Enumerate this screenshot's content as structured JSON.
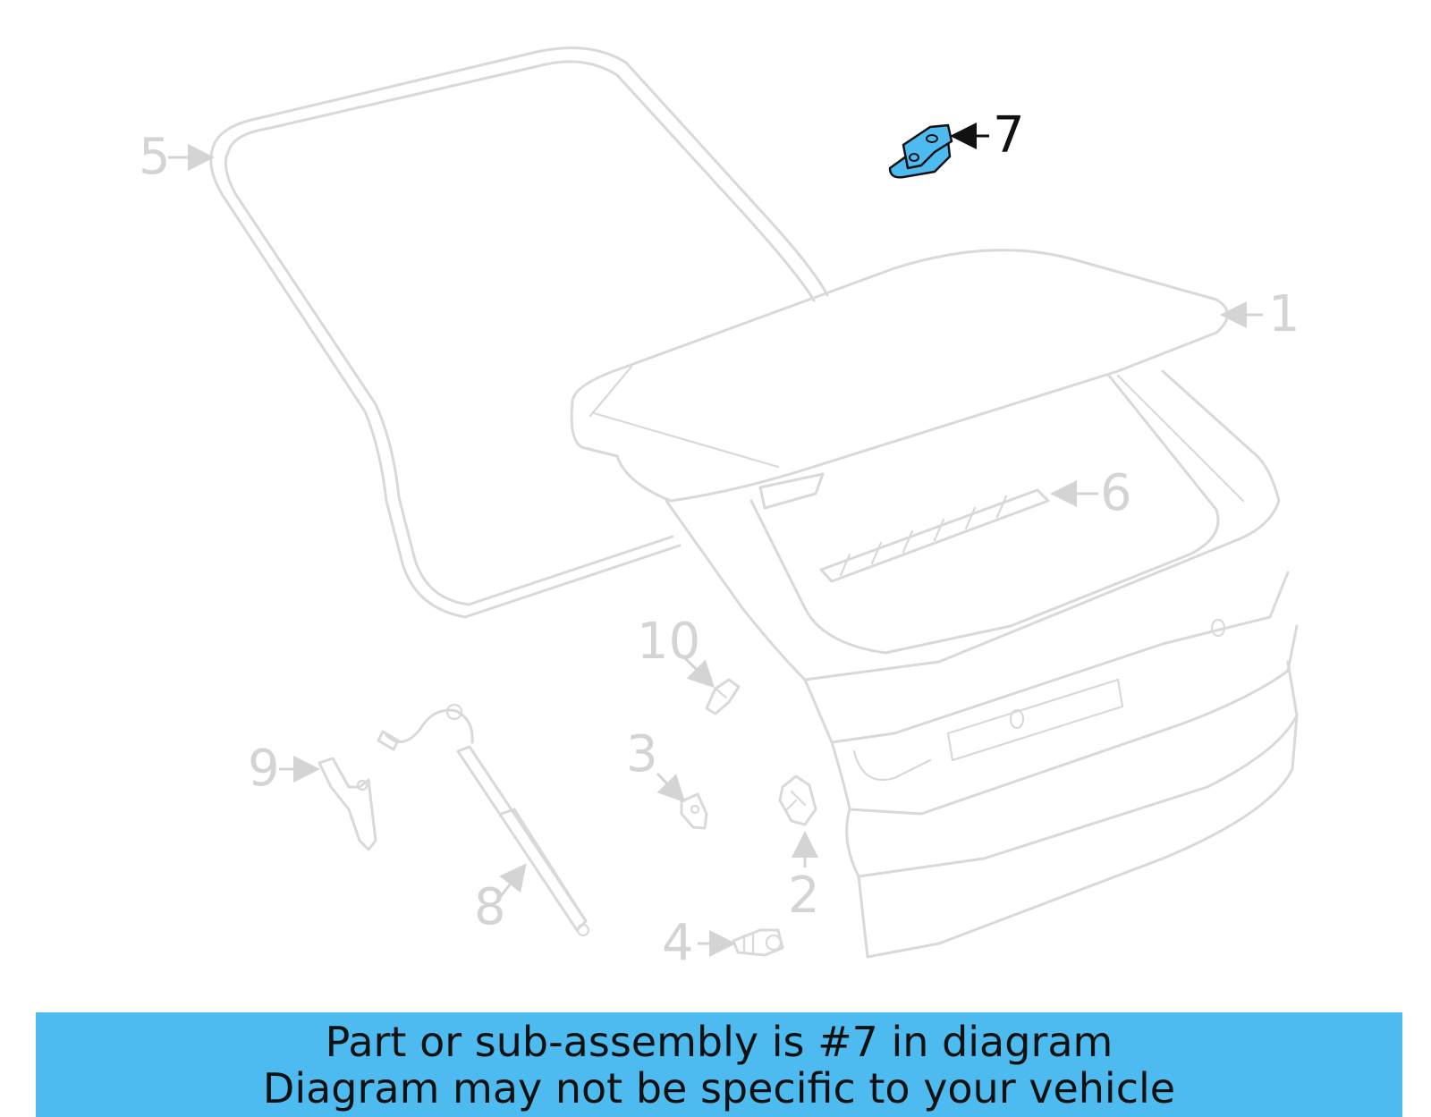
{
  "callouts": [
    {
      "id": "1",
      "label": "1",
      "highlighted": false
    },
    {
      "id": "2",
      "label": "2",
      "highlighted": false
    },
    {
      "id": "3",
      "label": "3",
      "highlighted": false
    },
    {
      "id": "4",
      "label": "4",
      "highlighted": false
    },
    {
      "id": "5",
      "label": "5",
      "highlighted": false
    },
    {
      "id": "6",
      "label": "6",
      "highlighted": false
    },
    {
      "id": "7",
      "label": "7",
      "highlighted": true
    },
    {
      "id": "8",
      "label": "8",
      "highlighted": false
    },
    {
      "id": "9",
      "label": "9",
      "highlighted": false
    },
    {
      "id": "10",
      "label": "10",
      "highlighted": false
    }
  ],
  "colors": {
    "banner_background": "#4dbbf0",
    "highlight_part": "#4dbbf0",
    "faded_lines": "#d9d9d9",
    "active_text": "#111111"
  },
  "banner": {
    "line1": "Part or sub-assembly is #7 in diagram",
    "line2": "Diagram may not be specific to your vehicle"
  }
}
